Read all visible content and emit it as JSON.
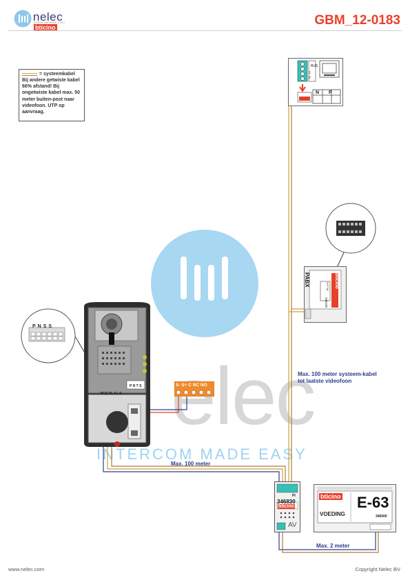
{
  "header": {
    "logo_name": "nelec",
    "logo_tagline": "INTERCOM MADE EASY",
    "logo_brand": "bticino",
    "doc_code": "GBM_12-0183"
  },
  "legend": {
    "title": "= systeemkabel",
    "body": "Bij andere getwiste kabel 66% afstand! Bij ongetwiste kabel max. 50 meter buiten-post naar videofoon. UTP op aanvraag."
  },
  "watermark": {
    "word": "elec",
    "tagline": "INTERCOM MADE EASY"
  },
  "panel_terminals": {
    "labels": [
      "P",
      "N",
      "S",
      "S"
    ]
  },
  "monitor": {
    "terminal_1": "1",
    "terminal_2": "2",
    "bus": "BUS",
    "n": "N",
    "p": "P"
  },
  "pabx": {
    "label": "PABX",
    "brand": "bticino",
    "code": "346100",
    "terminals": [
      "N",
      "P",
      "N1"
    ]
  },
  "relay": {
    "label": "S- S+ C NC NO"
  },
  "panel_bus": {
    "label": "BUS PL S+ S-",
    "label2": "P N T S"
  },
  "av_module": {
    "code": "346830",
    "brand": "bticino",
    "pi": "PI",
    "av": "AV"
  },
  "power_supply": {
    "brand": "bticino",
    "model": "E-63",
    "name": "VOEDING",
    "code": "346000"
  },
  "labels": {
    "max100_system": "Max. 100 meter systeem-kabel tot laatste videofoon",
    "max100": "Max. 100 meter",
    "max2": "Max. 2 meter"
  },
  "footer": {
    "url": "www.nelec.com",
    "copyright": "Copyright Nelec BV"
  },
  "colors": {
    "accent": "#e8402a",
    "brand_blue": "#2c3c8c",
    "watermark_blue": "#9ed3ef",
    "relay_orange": "#f08a2a",
    "terminal_teal": "#37c1b4",
    "cable_gold": "#c9a23a",
    "cable_brown": "#b07a3a"
  }
}
